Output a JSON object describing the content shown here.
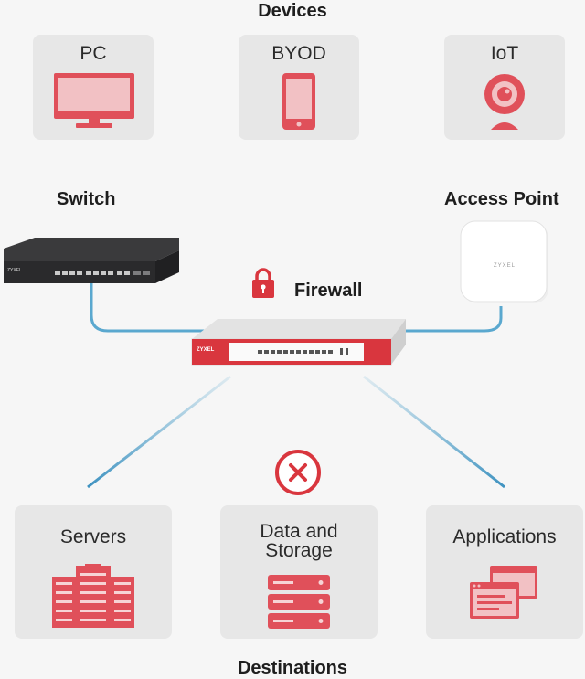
{
  "headings": {
    "devices": "Devices",
    "switch": "Switch",
    "access_point": "Access Point",
    "firewall": "Firewall",
    "destinations": "Destinations"
  },
  "devices": [
    {
      "label": "PC",
      "icon": "monitor-icon"
    },
    {
      "label": "BYOD",
      "icon": "smartphone-icon"
    },
    {
      "label": "IoT",
      "icon": "webcam-icon"
    }
  ],
  "destinations": [
    {
      "label": "Servers",
      "icon": "server-rack-icon"
    },
    {
      "label_line1": "Data and",
      "label_line2": "Storage",
      "icon": "storage-stack-icon"
    },
    {
      "label": "Applications",
      "icon": "app-windows-icon"
    }
  ],
  "hardware": {
    "switch_brand": "ZYXEL",
    "ap_brand": "ZYXEL",
    "firewall_brand": "ZYXEL"
  },
  "colors": {
    "accent_red": "#d9363e",
    "icon_red": "#e0505a",
    "icon_pink": "#f2c1c4",
    "card_bg": "#e7e7e7",
    "link_blue": "#4a9fc8"
  }
}
